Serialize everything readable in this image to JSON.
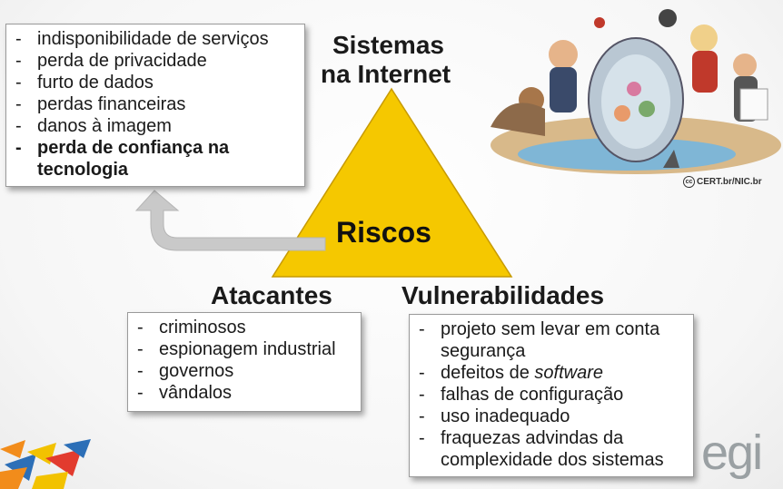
{
  "title": "Sistemas na Internet",
  "title_line1": "Sistemas",
  "title_line2": "na Internet",
  "center_label": "Riscos",
  "consequences": {
    "items": [
      "indisponibilidade de serviços",
      "perda de privacidade",
      "furto de dados",
      "perdas financeiras",
      "danos à imagem"
    ],
    "bold_item_line1": "perda de confiança na",
    "bold_item_line2": "tecnologia"
  },
  "attackers": {
    "heading": "Atacantes",
    "items": [
      "criminosos",
      "espionagem industrial",
      "governos",
      "vândalos"
    ]
  },
  "vulnerabilities": {
    "heading": "Vulnerabilidades",
    "items": [
      "projeto sem levar em conta",
      "segurança",
      "defeitos de",
      "software",
      "falhas de configuração",
      "uso inadequado",
      "fraquezas advindas da",
      "complexidade dos sistemas"
    ]
  },
  "credit": "CERT.br/NIC.br",
  "credit_cc": "cc",
  "logo_text": "egi",
  "colors": {
    "triangle": "#f5c800",
    "triangle_stroke": "#c79a00",
    "arrow": "#c8c8c8"
  }
}
